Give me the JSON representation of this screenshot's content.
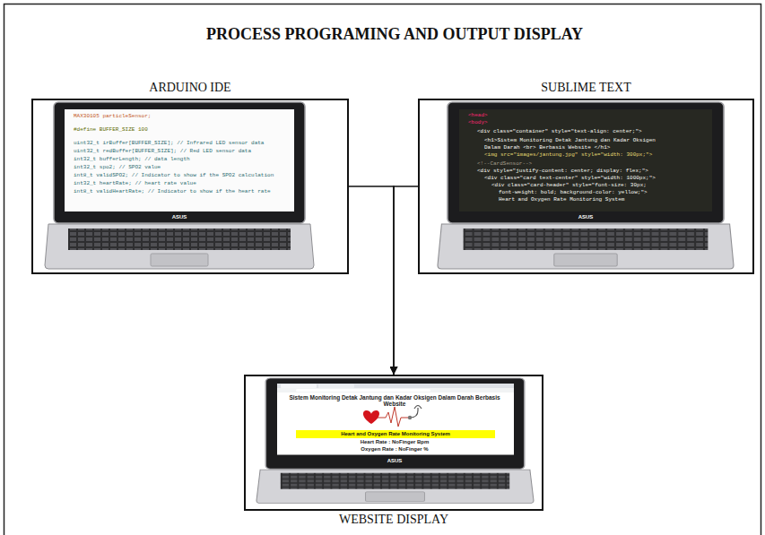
{
  "diagram": {
    "title": "PROCESS PROGRAMING AND OUTPUT DISPLAY",
    "nodes": [
      {
        "text": [
          "ARDUINO IDE"
        ]
      },
      {
        "text": [
          "SUBLIME TEXT"
        ]
      },
      {
        "text": [
          "WEBSITE DISPLAY"
        ]
      },
      {
        "text": [
          "Heart and Oxygen Rate Monitoring System"
        ],
        "in": 2
      }
    ],
    "edges": [
      {
        "from": 0,
        "to": 2,
        "arrow": "to"
      },
      {
        "from": 1,
        "to": 2,
        "arrow": "to"
      }
    ],
    "labels": [
      "MAX30105 particleSensor;",
      "#define BUFFER_SIZE 100",
      "uint32_t irBuffer[BUFFER_SIZE]; // Infrared LED sensor data",
      "uint32_t redBuffer[BUFFER_SIZE]; // Red LED sensor data",
      "int32_t bufferLength; // data length",
      "int32_t spo2; // SPO2 value",
      "int8_t validSPO2; // Indicator to show if the SPO2 calculation",
      "int32_t heartRate; // heart rate value",
      "int8_t validHeartRate; // Indicator to show if the heart rate",
      "ASUS",
      "<head>",
      "<body>",
      "<div class=\"container\" style=\"text-align: center;\">",
      "<h1>Sistem Monitoring Detak Jantung dan Kadar Oksigen",
      "Dalam Darah <br> Berbasis Website </h1>",
      "<img src=\"images/jantung.jpg\" style=\"width: 300px;\">",
      "<!--CardSensor-->",
      "<div style=\"justify-content: center; display: flex;\">",
      "<div class=\"card text-center\" style=\"width: 1000px;\">",
      "<div class=\"card-header\" style=\"font-size: 30px;",
      "font-weight: bold; background-color: yellow;\">",
      "Heart and Oxygen Rate Monitoring System",
      "ASUS",
      "Sistem Monitoring Detak Jantung dan Kadar Oksigen Dalam Darah Berbasis Website",
      "Heart Rate : NoFinger Bpm",
      "Oxygen Rate : NoFinger %",
      "ASUS"
    ]
  }
}
